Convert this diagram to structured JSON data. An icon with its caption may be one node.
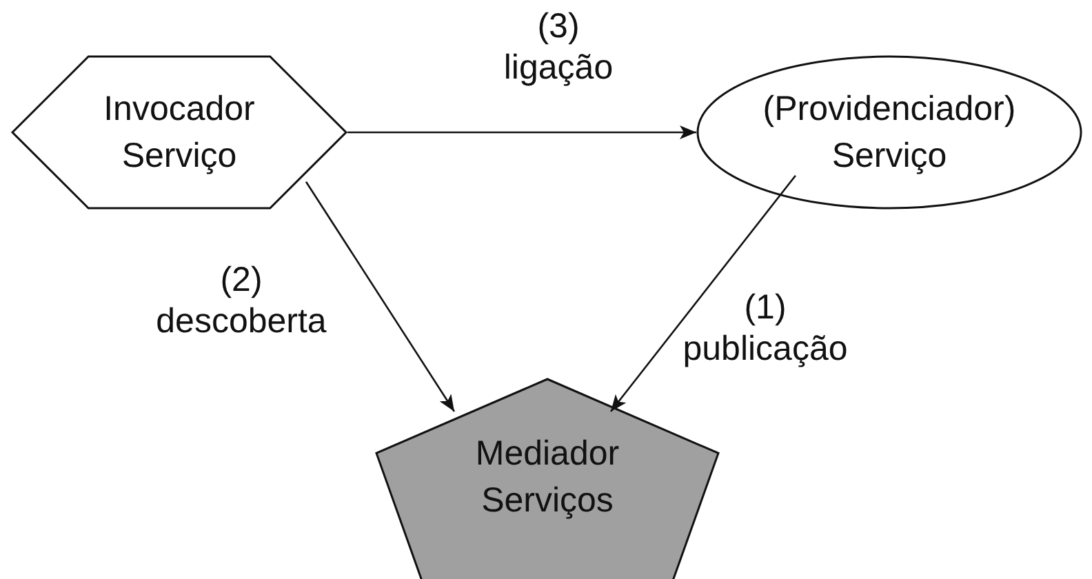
{
  "diagram": {
    "nodes": [
      {
        "text": [
          "Invocador Serviço"
        ]
      },
      {
        "text": [
          "(Providenciador) Serviço"
        ]
      },
      {
        "text": [
          "Mediador Serviços"
        ]
      }
    ],
    "edges": [
      {
        "from": 0,
        "to": 1,
        "arrow": "to",
        "label": "(3) ligação"
      },
      {
        "from": 0,
        "to": 2,
        "arrow": "to",
        "label": "(2) descoberta"
      },
      {
        "from": 1,
        "to": 2,
        "arrow": "to",
        "label": "(1) publicação"
      }
    ]
  }
}
